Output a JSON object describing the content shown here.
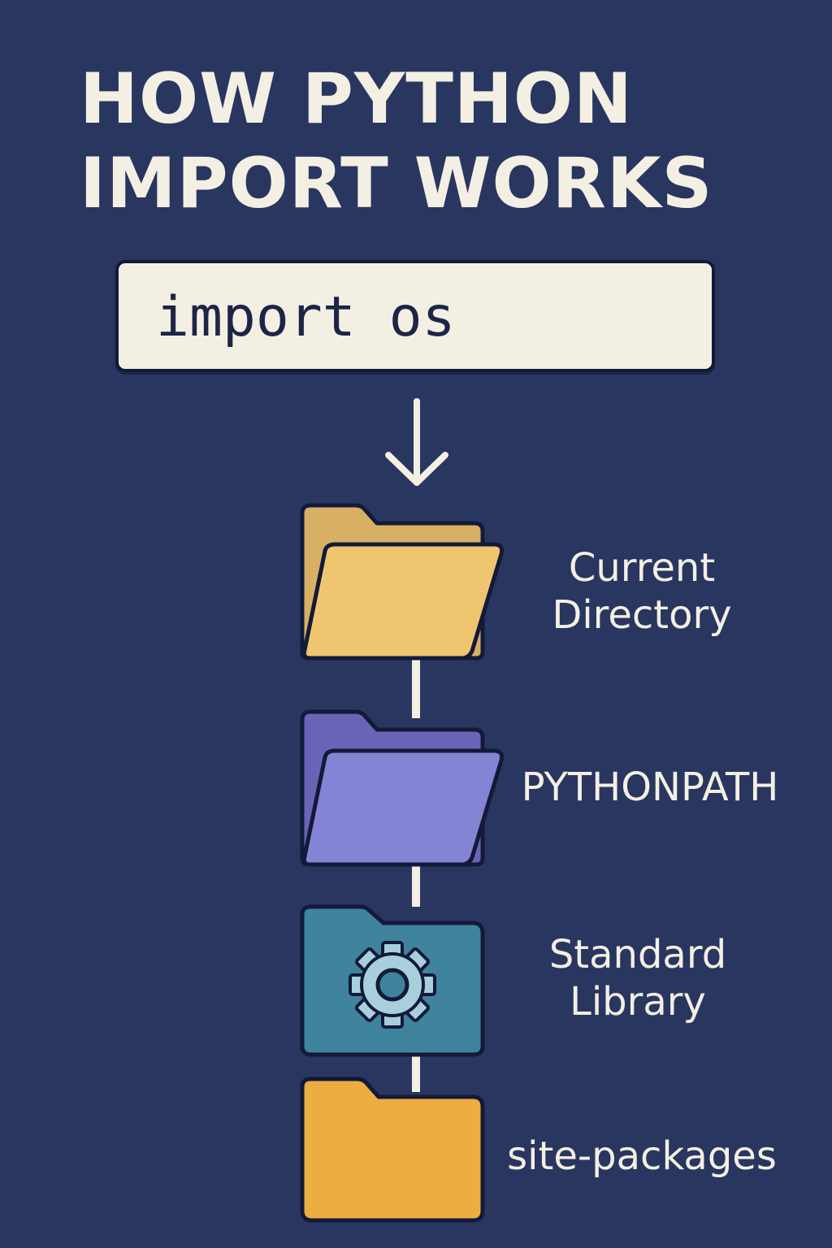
{
  "title": {
    "line1": "HOW PYTHON",
    "line2": "IMPORT WORKS"
  },
  "code": {
    "statement": "import os"
  },
  "search_steps": [
    {
      "label_line1": "Current",
      "label_line2": "Directory",
      "icon": "folder-open-icon",
      "color": "#efc66f"
    },
    {
      "label_line1": "PYTHONPATH",
      "label_line2": "",
      "icon": "folder-open-icon",
      "color": "#8583d3"
    },
    {
      "label_line1": "Standard",
      "label_line2": "Library",
      "icon": "gear-folder-icon",
      "color": "#3f839d"
    },
    {
      "label_line1": "site-packages",
      "label_line2": "",
      "icon": "folder-icon",
      "color": "#ecae40"
    }
  ],
  "colors": {
    "background": "#283660",
    "text": "#f4efe3",
    "outline": "#131a38"
  }
}
